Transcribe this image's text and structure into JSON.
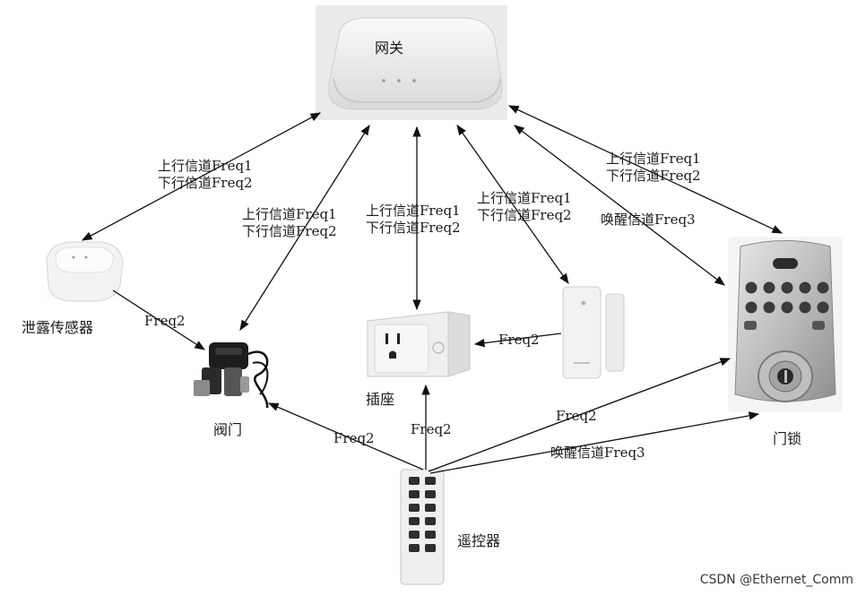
{
  "devices": {
    "gateway": "网关",
    "leak_sensor": "泄露传感器",
    "valve": "阀门",
    "plug": "插座",
    "door_lock": "门锁",
    "remote": "遥控器"
  },
  "channels": {
    "up": "上行信道Freq1",
    "down": "下行信道Freq2",
    "freq2": "Freq2",
    "wake": "唤醒信道Freq3"
  },
  "watermark": "CSDN @Ethernet_Comm"
}
